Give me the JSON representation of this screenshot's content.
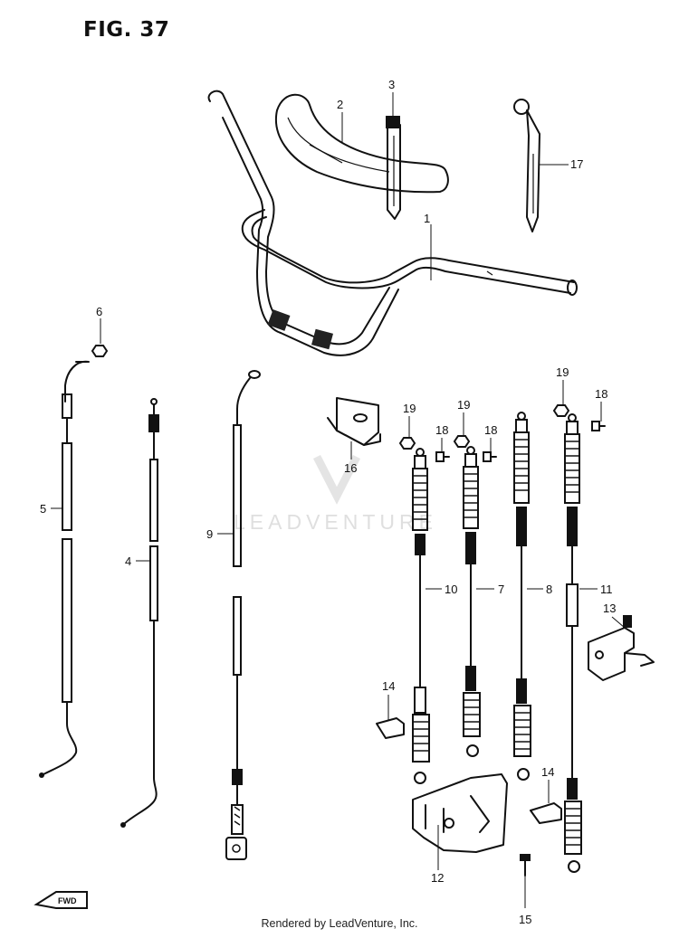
{
  "figure": {
    "title": "FIG. 37"
  },
  "watermark": {
    "text": "LEADVENTURE",
    "color": "#d8d8d8"
  },
  "footer": {
    "text": "Rendered by LeadVenture, Inc."
  },
  "fwd_icon": {
    "text": "FWD"
  },
  "callouts": [
    {
      "id": "c1",
      "label": "1"
    },
    {
      "id": "c2",
      "label": "2"
    },
    {
      "id": "c3",
      "label": "3"
    },
    {
      "id": "c4",
      "label": "4"
    },
    {
      "id": "c5",
      "label": "5"
    },
    {
      "id": "c6",
      "label": "6"
    },
    {
      "id": "c7",
      "label": "7"
    },
    {
      "id": "c8",
      "label": "8"
    },
    {
      "id": "c9",
      "label": "9"
    },
    {
      "id": "c10",
      "label": "10"
    },
    {
      "id": "c11",
      "label": "11"
    },
    {
      "id": "c12",
      "label": "12"
    },
    {
      "id": "c13",
      "label": "13"
    },
    {
      "id": "c14a",
      "label": "14"
    },
    {
      "id": "c14b",
      "label": "14"
    },
    {
      "id": "c15",
      "label": "15"
    },
    {
      "id": "c16",
      "label": "16"
    },
    {
      "id": "c17",
      "label": "17"
    },
    {
      "id": "c18a",
      "label": "18"
    },
    {
      "id": "c18b",
      "label": "18"
    },
    {
      "id": "c18c",
      "label": "18"
    },
    {
      "id": "c19a",
      "label": "19"
    },
    {
      "id": "c19b",
      "label": "19"
    },
    {
      "id": "c19c",
      "label": "19"
    }
  ]
}
